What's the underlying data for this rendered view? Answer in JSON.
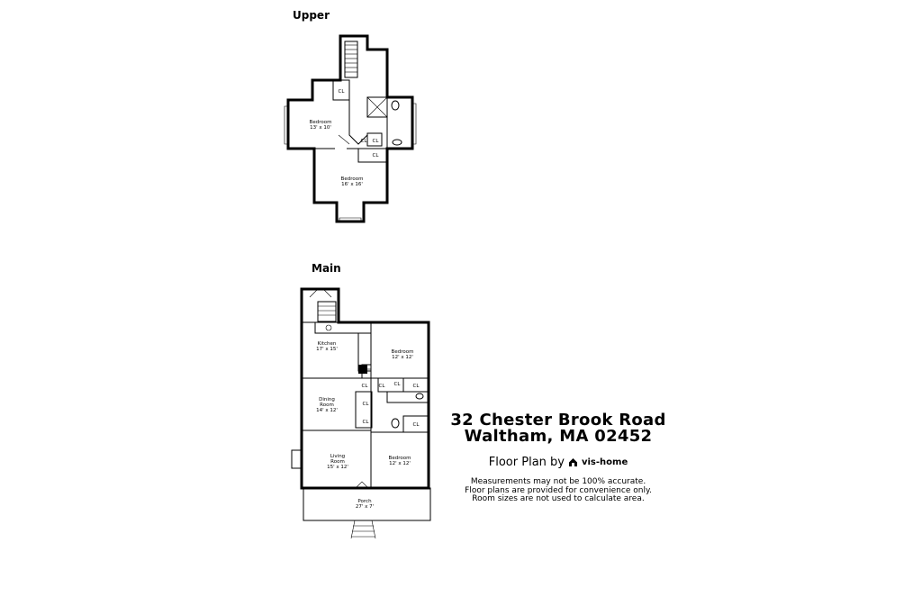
{
  "floors": {
    "upper": {
      "label": "Upper",
      "rooms": [
        {
          "id": "bed1",
          "name": "Bedroom",
          "size": "13' x 10'"
        },
        {
          "id": "bed2",
          "name": "Bedroom",
          "size": "16' x 16'"
        }
      ],
      "closets": [
        "CL",
        "CL",
        "CL",
        "CL"
      ]
    },
    "main": {
      "label": "Main",
      "rooms": [
        {
          "id": "kitchen",
          "name": "Kitchen",
          "size": "17' x 15'"
        },
        {
          "id": "bedA",
          "name": "Bedroom",
          "size": "12' x 12'"
        },
        {
          "id": "dining",
          "name": "Dining",
          "name2": "Room",
          "size": "14' x 12'"
        },
        {
          "id": "living",
          "name": "Living",
          "name2": "Room",
          "size": "15' x 12'"
        },
        {
          "id": "bedB",
          "name": "Bedroom",
          "size": "12' x 12'"
        },
        {
          "id": "porch",
          "name": "Porch",
          "size": "27' x 7'"
        }
      ],
      "closets": [
        "CL",
        "CL",
        "CL",
        "CL",
        "CL",
        "CL",
        "CL"
      ]
    }
  },
  "address": {
    "line1": "32 Chester Brook Road",
    "line2": "Waltham, MA 02452"
  },
  "credit": {
    "prefix": "Floor Plan by",
    "brand": "vis-home"
  },
  "disclaimer": [
    "Measurements may not be 100% accurate.",
    "Floor plans are provided for convenience only.",
    "Room sizes are not used to calculate area."
  ]
}
